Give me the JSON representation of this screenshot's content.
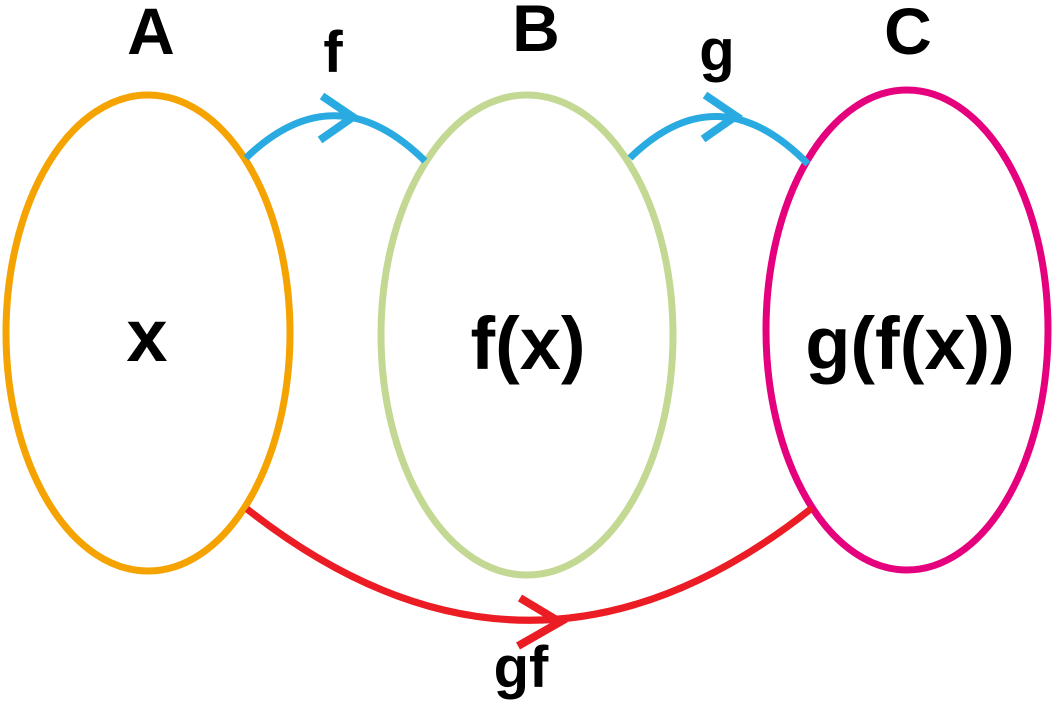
{
  "diagram": {
    "background_color": "#FFFFFF",
    "text_color": "#000000",
    "sets": [
      {
        "name": "A",
        "element": "x",
        "color": "#F5A300"
      },
      {
        "name": "B",
        "element": "f(x)",
        "color": "#C3D893"
      },
      {
        "name": "C",
        "element": "g(f(x))",
        "color": "#E5007E"
      }
    ],
    "arrows": [
      {
        "label": "f",
        "from": "A",
        "to": "B",
        "color": "#29ABE2"
      },
      {
        "label": "g",
        "from": "B",
        "to": "C",
        "color": "#29ABE2"
      },
      {
        "label": "gf",
        "from": "A",
        "to": "C",
        "color": "#EC1C24"
      }
    ]
  }
}
